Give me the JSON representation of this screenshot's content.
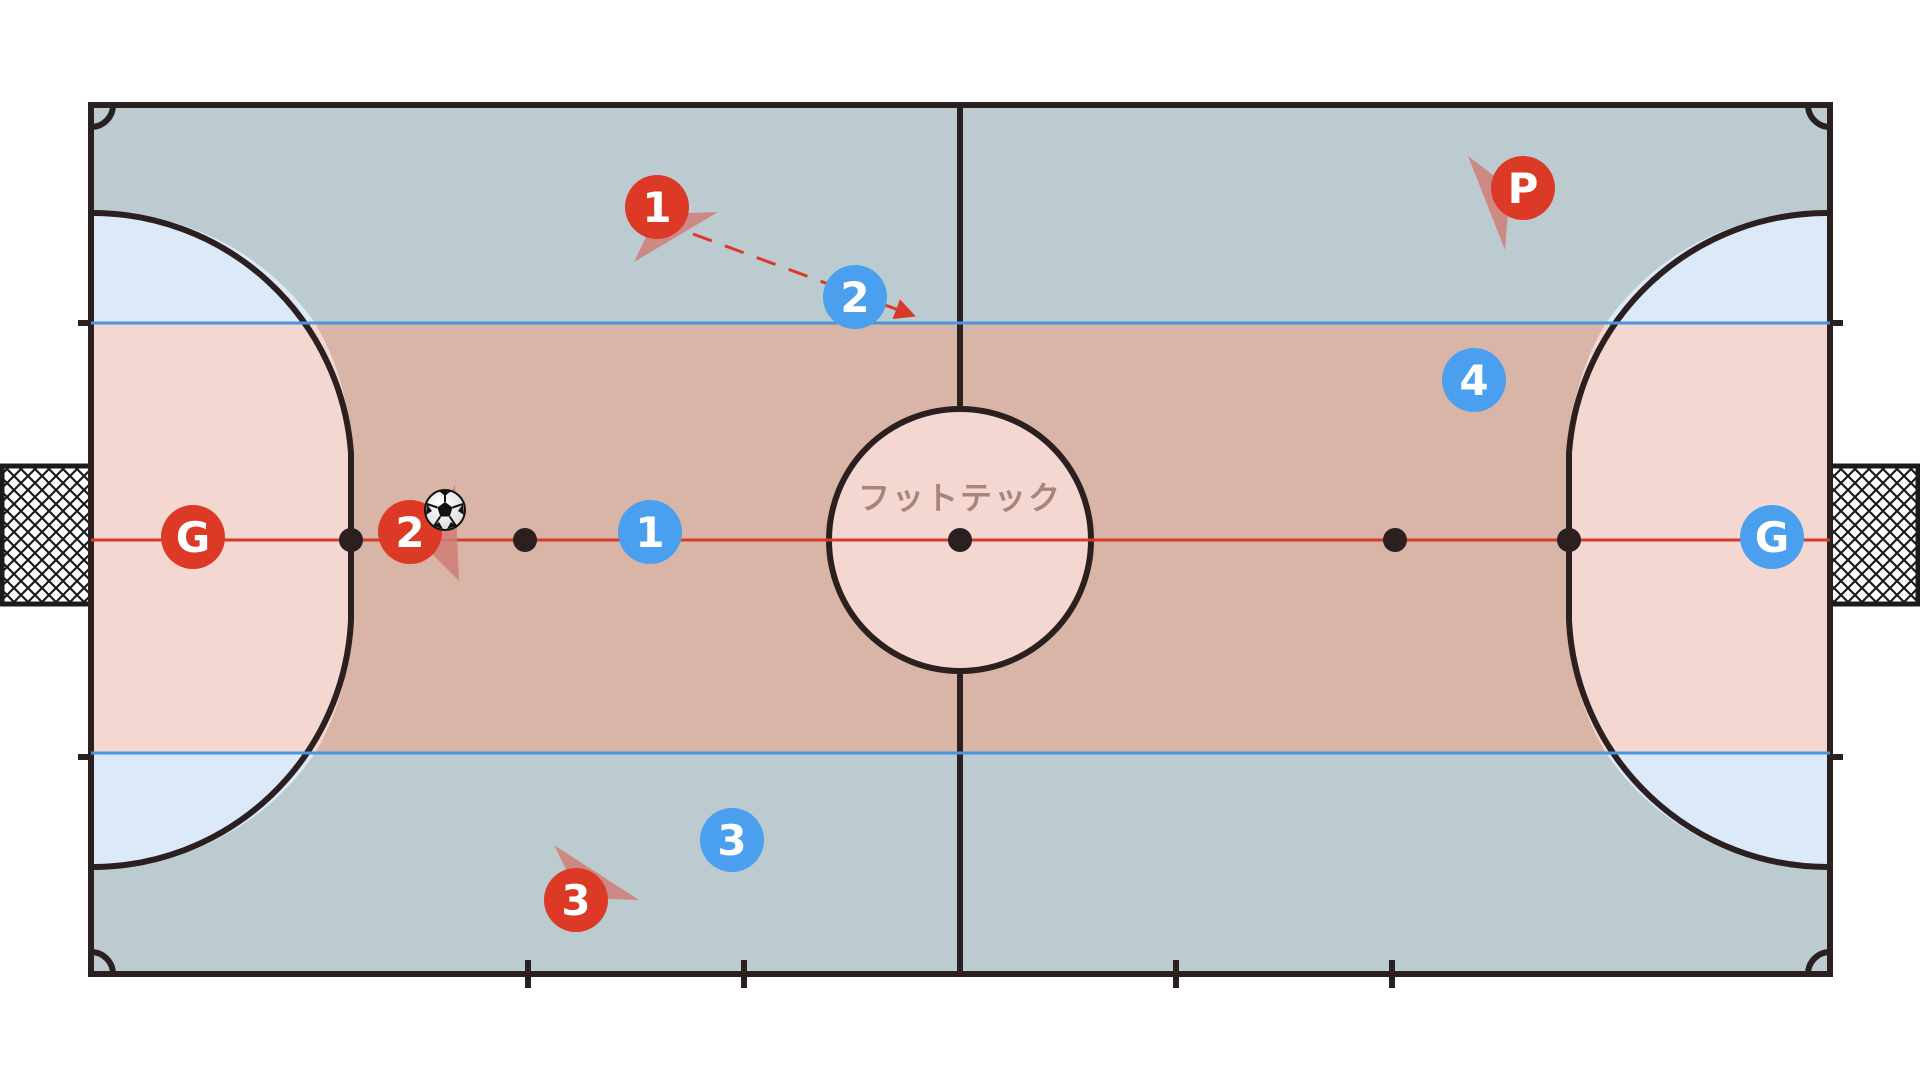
{
  "court": {
    "logo_text": "フットテック",
    "colors": {
      "outer_zone": "#bccbd0",
      "middle_band": "#d8b5a6",
      "penalty_area_band": "#f5d7d2",
      "penalty_area_corners": "#dbe9f8",
      "center_circle_fill": "#f5d7d2",
      "lines": "#2b1f1f",
      "center_axis": "#d83a2a",
      "band_edges": "#4a94e0",
      "logo_text": "#a6867c"
    }
  },
  "teams": {
    "red": {
      "color": "#dc3a26",
      "arrow_color": "#d07e76"
    },
    "blue": {
      "color": "#4aa0ef"
    }
  },
  "players": [
    {
      "team": "red",
      "label": "1",
      "has_ball": false
    },
    {
      "team": "red",
      "label": "2",
      "has_ball": true
    },
    {
      "team": "red",
      "label": "3",
      "has_ball": false
    },
    {
      "team": "red",
      "label": "G",
      "has_ball": false
    },
    {
      "team": "red",
      "label": "P",
      "has_ball": false
    },
    {
      "team": "blue",
      "label": "1",
      "has_ball": false
    },
    {
      "team": "blue",
      "label": "2",
      "has_ball": false
    },
    {
      "team": "blue",
      "label": "3",
      "has_ball": false
    },
    {
      "team": "blue",
      "label": "4",
      "has_ball": false
    },
    {
      "team": "blue",
      "label": "G",
      "has_ball": false
    }
  ],
  "movement": {
    "type": "dashed-arrow",
    "from_player": "red 1",
    "to_player": "blue 2"
  }
}
